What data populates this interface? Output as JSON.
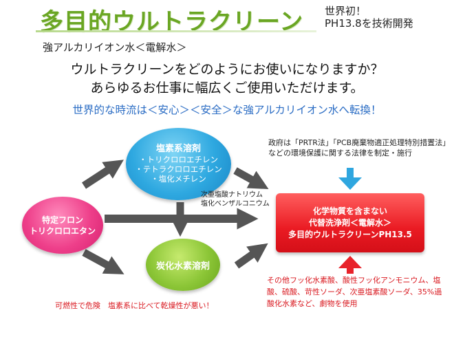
{
  "header": {
    "title": "多目的ウルトラクリーン",
    "badge_line1": "世界初！",
    "badge_line2": "PH13.8を技術開発",
    "subtitle": "強アルカリイオン水＜電解水＞"
  },
  "intro": {
    "question_line1": "ウルトラクリーンをどのようにお使いになりますか？",
    "question_line2": "あらゆるお仕事に幅広くご使用いただけます。",
    "trend": "世界的な時流は＜安心＞＜安全＞な強アルカリイオン水へ転換！"
  },
  "diagram": {
    "chlorinated": {
      "title": "塩素系溶剤",
      "items": [
        "・トリクロロエチレン",
        "・テトラクロロエチレン",
        "・塩化メチレン"
      ]
    },
    "freon": {
      "line1": "特定フロン",
      "line2": "トリクロロエタン"
    },
    "hydrocarbon": {
      "label": "炭化水素溶剤"
    },
    "mid_label": {
      "line1": "次亜塩酸ナトリウム",
      "line2": "塩化ベンザルコニウム"
    },
    "product": {
      "line1": "化学物質を含まない",
      "line2": "代替洗浄剤＜電解水＞",
      "line3": "多目的ウルトラクリーンPH13.5"
    },
    "gov_note": "政府は「PRTR法」「PCB廃棄物適正処理特別措置法」などの環境保護に関する法律を制定・施行",
    "other_chemicals": "その他フッ化水素酸、酸性フッ化アンモニウム、塩酸、硫酸、苛性ソーダ、次亜塩素酸ソーダ、35%過酸化水素など、劇物を使用",
    "bottom_note": "可燃性で危険　塩素系に比べて乾燥性が悪い！"
  },
  "colors": {
    "title_green": "#6aa623",
    "trend_blue": "#2a6cc4",
    "arrow_gray": "#555555",
    "accent_blue": "#2fa6df",
    "accent_red": "#e8222a",
    "note_red": "#d9181f"
  }
}
